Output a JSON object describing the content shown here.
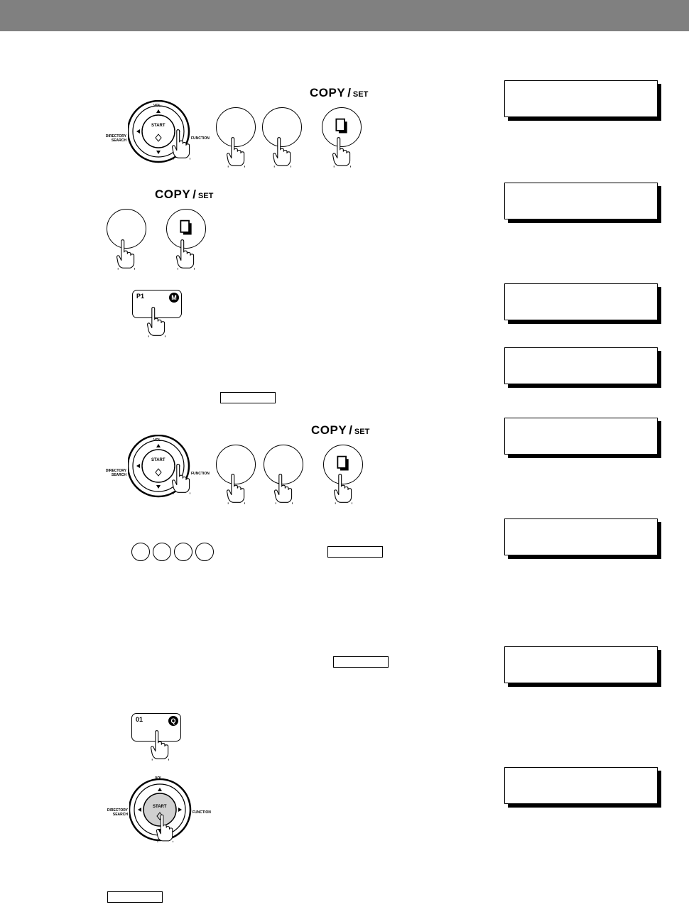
{
  "copy_set": {
    "copy": "COPY",
    "slash": "/",
    "set": "SET"
  },
  "nav_pad": {
    "start": "START",
    "vol": "VOL.",
    "directory_search_line1": "DIRECTORY",
    "directory_search_line2": "SEARCH",
    "function": "FUNCTION"
  },
  "program_key": {
    "label": "P1",
    "badge": "M"
  },
  "station_key": {
    "label": "01",
    "badge": "Q"
  },
  "colors": {
    "header": "#808080",
    "start_highlight": "#d0d0d0",
    "shadow": "#000000"
  }
}
